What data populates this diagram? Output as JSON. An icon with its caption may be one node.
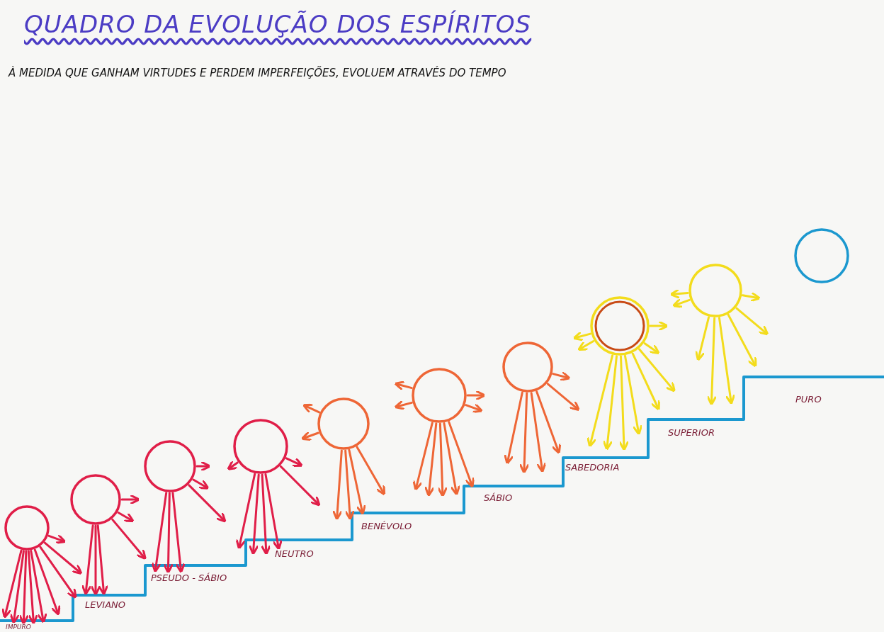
{
  "diagram": {
    "title": "QUADRO DA EVOLUÇÃO DOS ESPÍRITOS",
    "nodes": [
      {
        "text": [],
        "shape": "circle"
      },
      {
        "text": [],
        "shape": "circle"
      },
      {
        "text": [],
        "shape": "circle"
      },
      {
        "text": [],
        "shape": "circle"
      },
      {
        "text": [],
        "shape": "circle"
      },
      {
        "text": [],
        "shape": "circle"
      },
      {
        "text": [],
        "shape": "circle"
      },
      {
        "text": [],
        "shape": "circle"
      },
      {
        "text": [],
        "shape": "circle"
      },
      {
        "text": [],
        "shape": "circle"
      }
    ],
    "labels": [
      "À MEDIDA QUE GANHAM VIRTUDES E PERDEM IMPERFEIÇÕES, EVOLUEM ATRAVÉS DO TEMPO",
      "IMPURO",
      "LEVIANO",
      "PSEUDO - SÁBIO",
      "NEUTRO",
      "BENÉVOLO",
      "SÁBIO",
      "SABEDORIA",
      "SUPERIOR",
      "PURO"
    ]
  }
}
